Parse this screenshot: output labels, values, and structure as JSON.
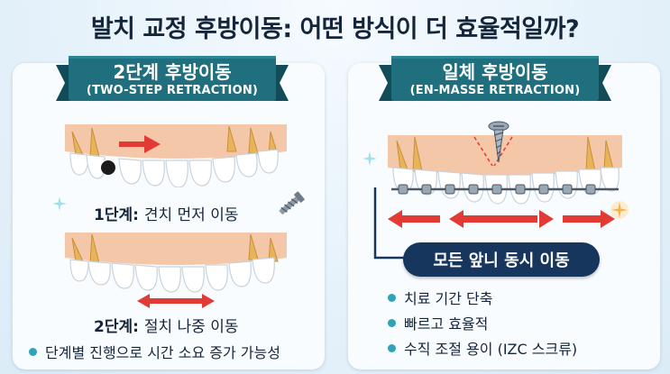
{
  "title": "발치 교정 후방이동: 어떤 방식이 더 효율적일까?",
  "left": {
    "ribbon_title": "2단계 후방이동",
    "ribbon_sub": "(TWO-STEP RETRACTION)",
    "step1_prefix": "1단계",
    "step1_text": "견치 먼저 이동",
    "step2_prefix": "2단계",
    "step2_text": "절치 나중 이동",
    "bullets": [
      "단계별 진행으로 시간 소요 증가 가능성"
    ]
  },
  "right": {
    "ribbon_title": "일체 후방이동",
    "ribbon_sub": "(EN-MASSE RETRACTION)",
    "pill": "모든 앞니 동시 이동",
    "bullets": [
      "치료 기간 단축",
      "빠르고 효율적",
      "수직 조절 용이 (IZC 스크류)"
    ]
  },
  "colors": {
    "ribbon": "#1f6f7e",
    "ribbon_dark": "#114c58",
    "arrow": "#e23b35",
    "pill": "#17365e",
    "bullet": "#2fa4b8",
    "gum": "#f3c7a8",
    "tooth": "#ffffff",
    "root": "#e8b45a"
  },
  "icons": [
    "red-arrow-right-icon",
    "screw-icon",
    "sparkle-icon",
    "bracket-icon",
    "bidirectional-arrow-icon"
  ]
}
